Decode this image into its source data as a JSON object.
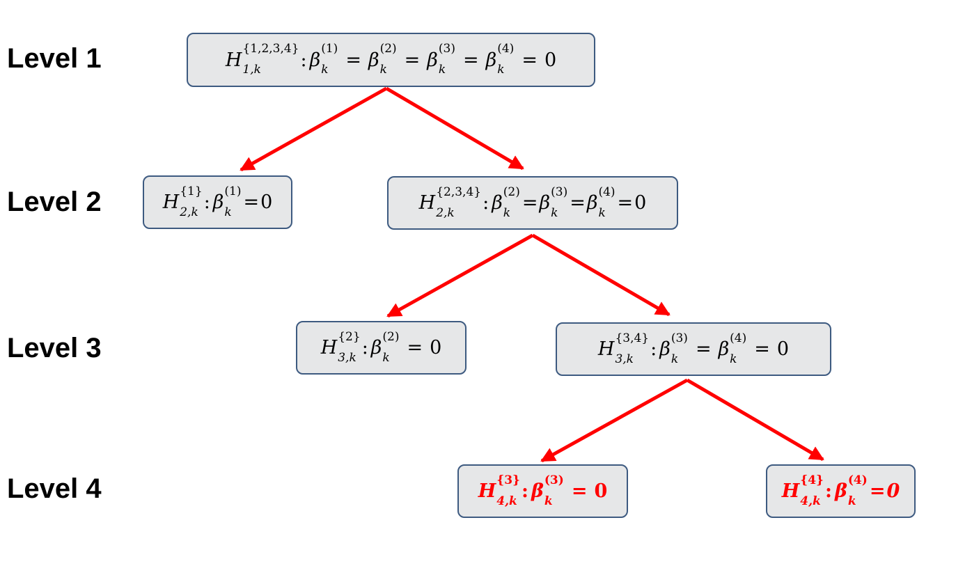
{
  "levels": [
    "Level 1",
    "Level 2",
    "Level 3",
    "Level 4"
  ],
  "colors": {
    "arrow": "#ff0000",
    "node_fill": "#e6e7e8",
    "node_border": "#3d5a80",
    "highlight_text": "#ff0000"
  },
  "nodes": {
    "n1": {
      "H": "H",
      "H_sup": "{1,2,3,4}",
      "H_sub": "1,k",
      "terms": [
        {
          "sym": "β",
          "sup": "(1)",
          "sub": "k"
        },
        {
          "sym": "β",
          "sup": "(2)",
          "sub": "k"
        },
        {
          "sym": "β",
          "sup": "(3)",
          "sub": "k"
        },
        {
          "sym": "β",
          "sup": "(4)",
          "sub": "k"
        }
      ],
      "eq": "=",
      "rhs": "0"
    },
    "n2a": {
      "H": "H",
      "H_sup": "{1}",
      "H_sub": "2,k",
      "terms": [
        {
          "sym": "β",
          "sup": "(1)",
          "sub": "k"
        }
      ],
      "eq": "=",
      "rhs": "0"
    },
    "n2b": {
      "H": "H",
      "H_sup": "{2,3,4}",
      "H_sub": "2,k",
      "terms": [
        {
          "sym": "β",
          "sup": "(2)",
          "sub": "k"
        },
        {
          "sym": "β",
          "sup": "(3)",
          "sub": "k"
        },
        {
          "sym": "β",
          "sup": "(4)",
          "sub": "k"
        }
      ],
      "eq": "=",
      "rhs": "0"
    },
    "n3a": {
      "H": "H",
      "H_sup": "{2}",
      "H_sub": "3,k",
      "terms": [
        {
          "sym": "β",
          "sup": "(2)",
          "sub": "k"
        }
      ],
      "eq": "=",
      "rhs": "0"
    },
    "n3b": {
      "H": "H",
      "H_sup": "{3,4}",
      "H_sub": "3,k",
      "terms": [
        {
          "sym": "β",
          "sup": "(3)",
          "sub": "k"
        },
        {
          "sym": "β",
          "sup": "(4)",
          "sub": "k"
        }
      ],
      "eq": "=",
      "rhs": "0"
    },
    "n4a": {
      "H": "H",
      "H_sup": "{3}",
      "H_sub": "4,k",
      "terms": [
        {
          "sym": "β",
          "sup": "(3)",
          "sub": "k"
        }
      ],
      "eq": "=",
      "rhs": "0"
    },
    "n4b": {
      "H": "H",
      "H_sup": "{4}",
      "H_sub": "4,k",
      "terms": [
        {
          "sym": "β",
          "sup": "(4)",
          "sub": "k"
        }
      ],
      "eq": "=",
      "rhs": "0"
    }
  },
  "edges": [
    {
      "from": "n1",
      "to": "n2a"
    },
    {
      "from": "n1",
      "to": "n2b"
    },
    {
      "from": "n2b",
      "to": "n3a"
    },
    {
      "from": "n2b",
      "to": "n3b"
    },
    {
      "from": "n3b",
      "to": "n4a"
    },
    {
      "from": "n3b",
      "to": "n4b"
    }
  ]
}
